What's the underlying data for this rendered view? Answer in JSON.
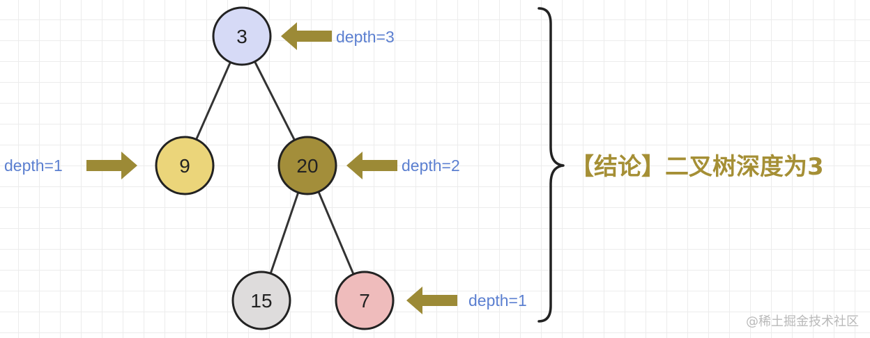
{
  "colors": {
    "edge": "#333333",
    "arrow": "#9c8a36",
    "depth_text": "#5b7fd0",
    "conclusion_text": "#a58f35",
    "brace": "#222222"
  },
  "tree": {
    "nodes": [
      {
        "id": "n3",
        "label": "3",
        "fill": "#d6daf6"
      },
      {
        "id": "n9",
        "label": "9",
        "fill": "#ebd57a"
      },
      {
        "id": "n20",
        "label": "20",
        "fill": "#a38e3a"
      },
      {
        "id": "n15",
        "label": "15",
        "fill": "#dedcdc"
      },
      {
        "id": "n7",
        "label": "7",
        "fill": "#efbcbc"
      }
    ],
    "edges": [
      {
        "from": "n3",
        "to": "n9"
      },
      {
        "from": "n3",
        "to": "n20"
      },
      {
        "from": "n20",
        "to": "n15"
      },
      {
        "from": "n20",
        "to": "n7"
      }
    ]
  },
  "annotations": {
    "root": "depth=3",
    "left": "depth=1",
    "right": "depth=2",
    "bottom": "depth=1"
  },
  "conclusion": "【结论】二叉树深度为3",
  "watermark": "@稀土掘金技术社区"
}
